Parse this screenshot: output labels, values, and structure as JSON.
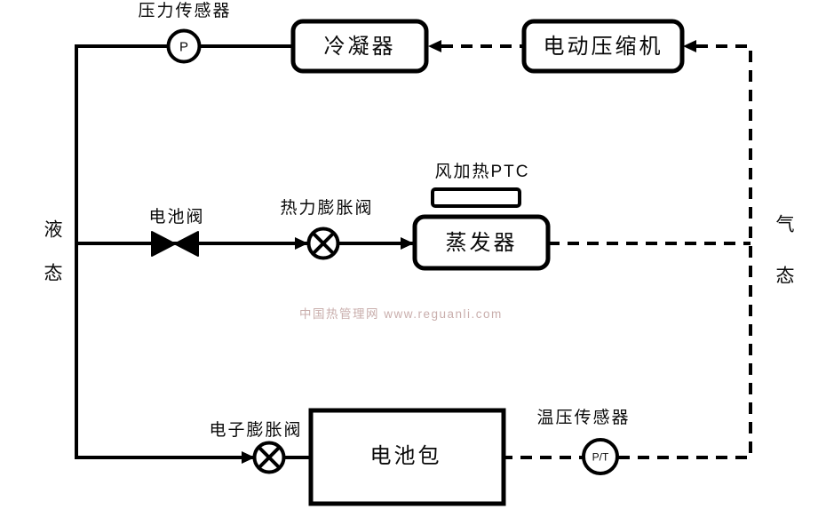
{
  "diagram": {
    "components": {
      "pressure_sensor_label": "压力传感器",
      "pressure_sensor_symbol": "P",
      "condenser": "冷凝器",
      "compressor": "电动压缩机",
      "battery_valve_label": "电池阀",
      "thermal_expansion_valve_label": "热力膨胀阀",
      "ptc_heater_label": "风加热PTC",
      "evaporator": "蒸发器",
      "electronic_expansion_valve_label": "电子膨胀阀",
      "battery_pack": "电池包",
      "temp_pressure_sensor_label": "温压传感器",
      "temp_pressure_sensor_symbol": "P/T"
    },
    "state_labels": {
      "liquid": "液态",
      "gas": "气态"
    },
    "watermark": "中国热管理网 www.reguanli.com",
    "colors": {
      "line": "#000000",
      "background": "#ffffff",
      "watermark": "#c9aeac"
    }
  }
}
